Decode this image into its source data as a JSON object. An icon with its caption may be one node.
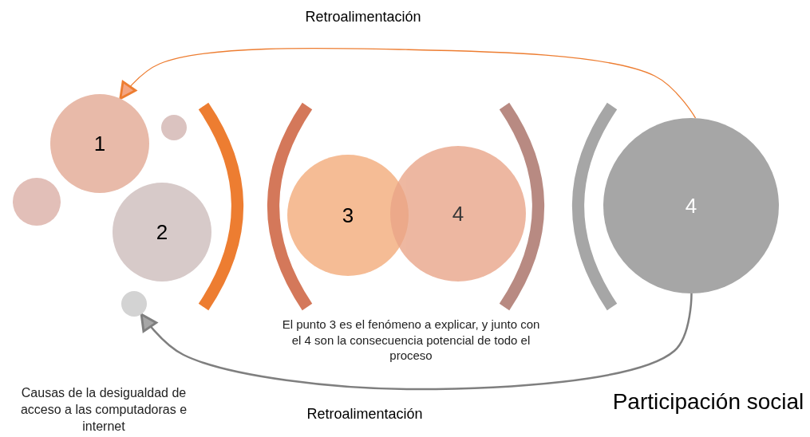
{
  "diagram": {
    "nodes": [
      {
        "text": [
          "1"
        ]
      },
      {
        "text": [],
        "shape": "circle"
      },
      {
        "text": [],
        "shape": "circle"
      },
      {
        "text": [
          "2"
        ]
      },
      {
        "text": [],
        "shape": "circle"
      },
      {
        "text": [
          "3"
        ]
      },
      {
        "text": [
          "4"
        ]
      },
      {
        "text": [
          "4"
        ]
      }
    ],
    "edges": [
      {
        "from": 7,
        "to": 0,
        "arrow": "to",
        "label": "Retroalimentación",
        "color": "#ed7d31"
      },
      {
        "from": 7,
        "to": 4,
        "arrow": "to",
        "label": "Retroalimentación",
        "color": "#7f7f7f"
      }
    ],
    "labels": [
      "El punto 3 es el fenómeno a explicar, y junto con el 4 son la consecuencia potencial de todo el proceso",
      "Causas de la desigualdad de acceso a las computadoras e internet",
      "Participación social"
    ]
  }
}
